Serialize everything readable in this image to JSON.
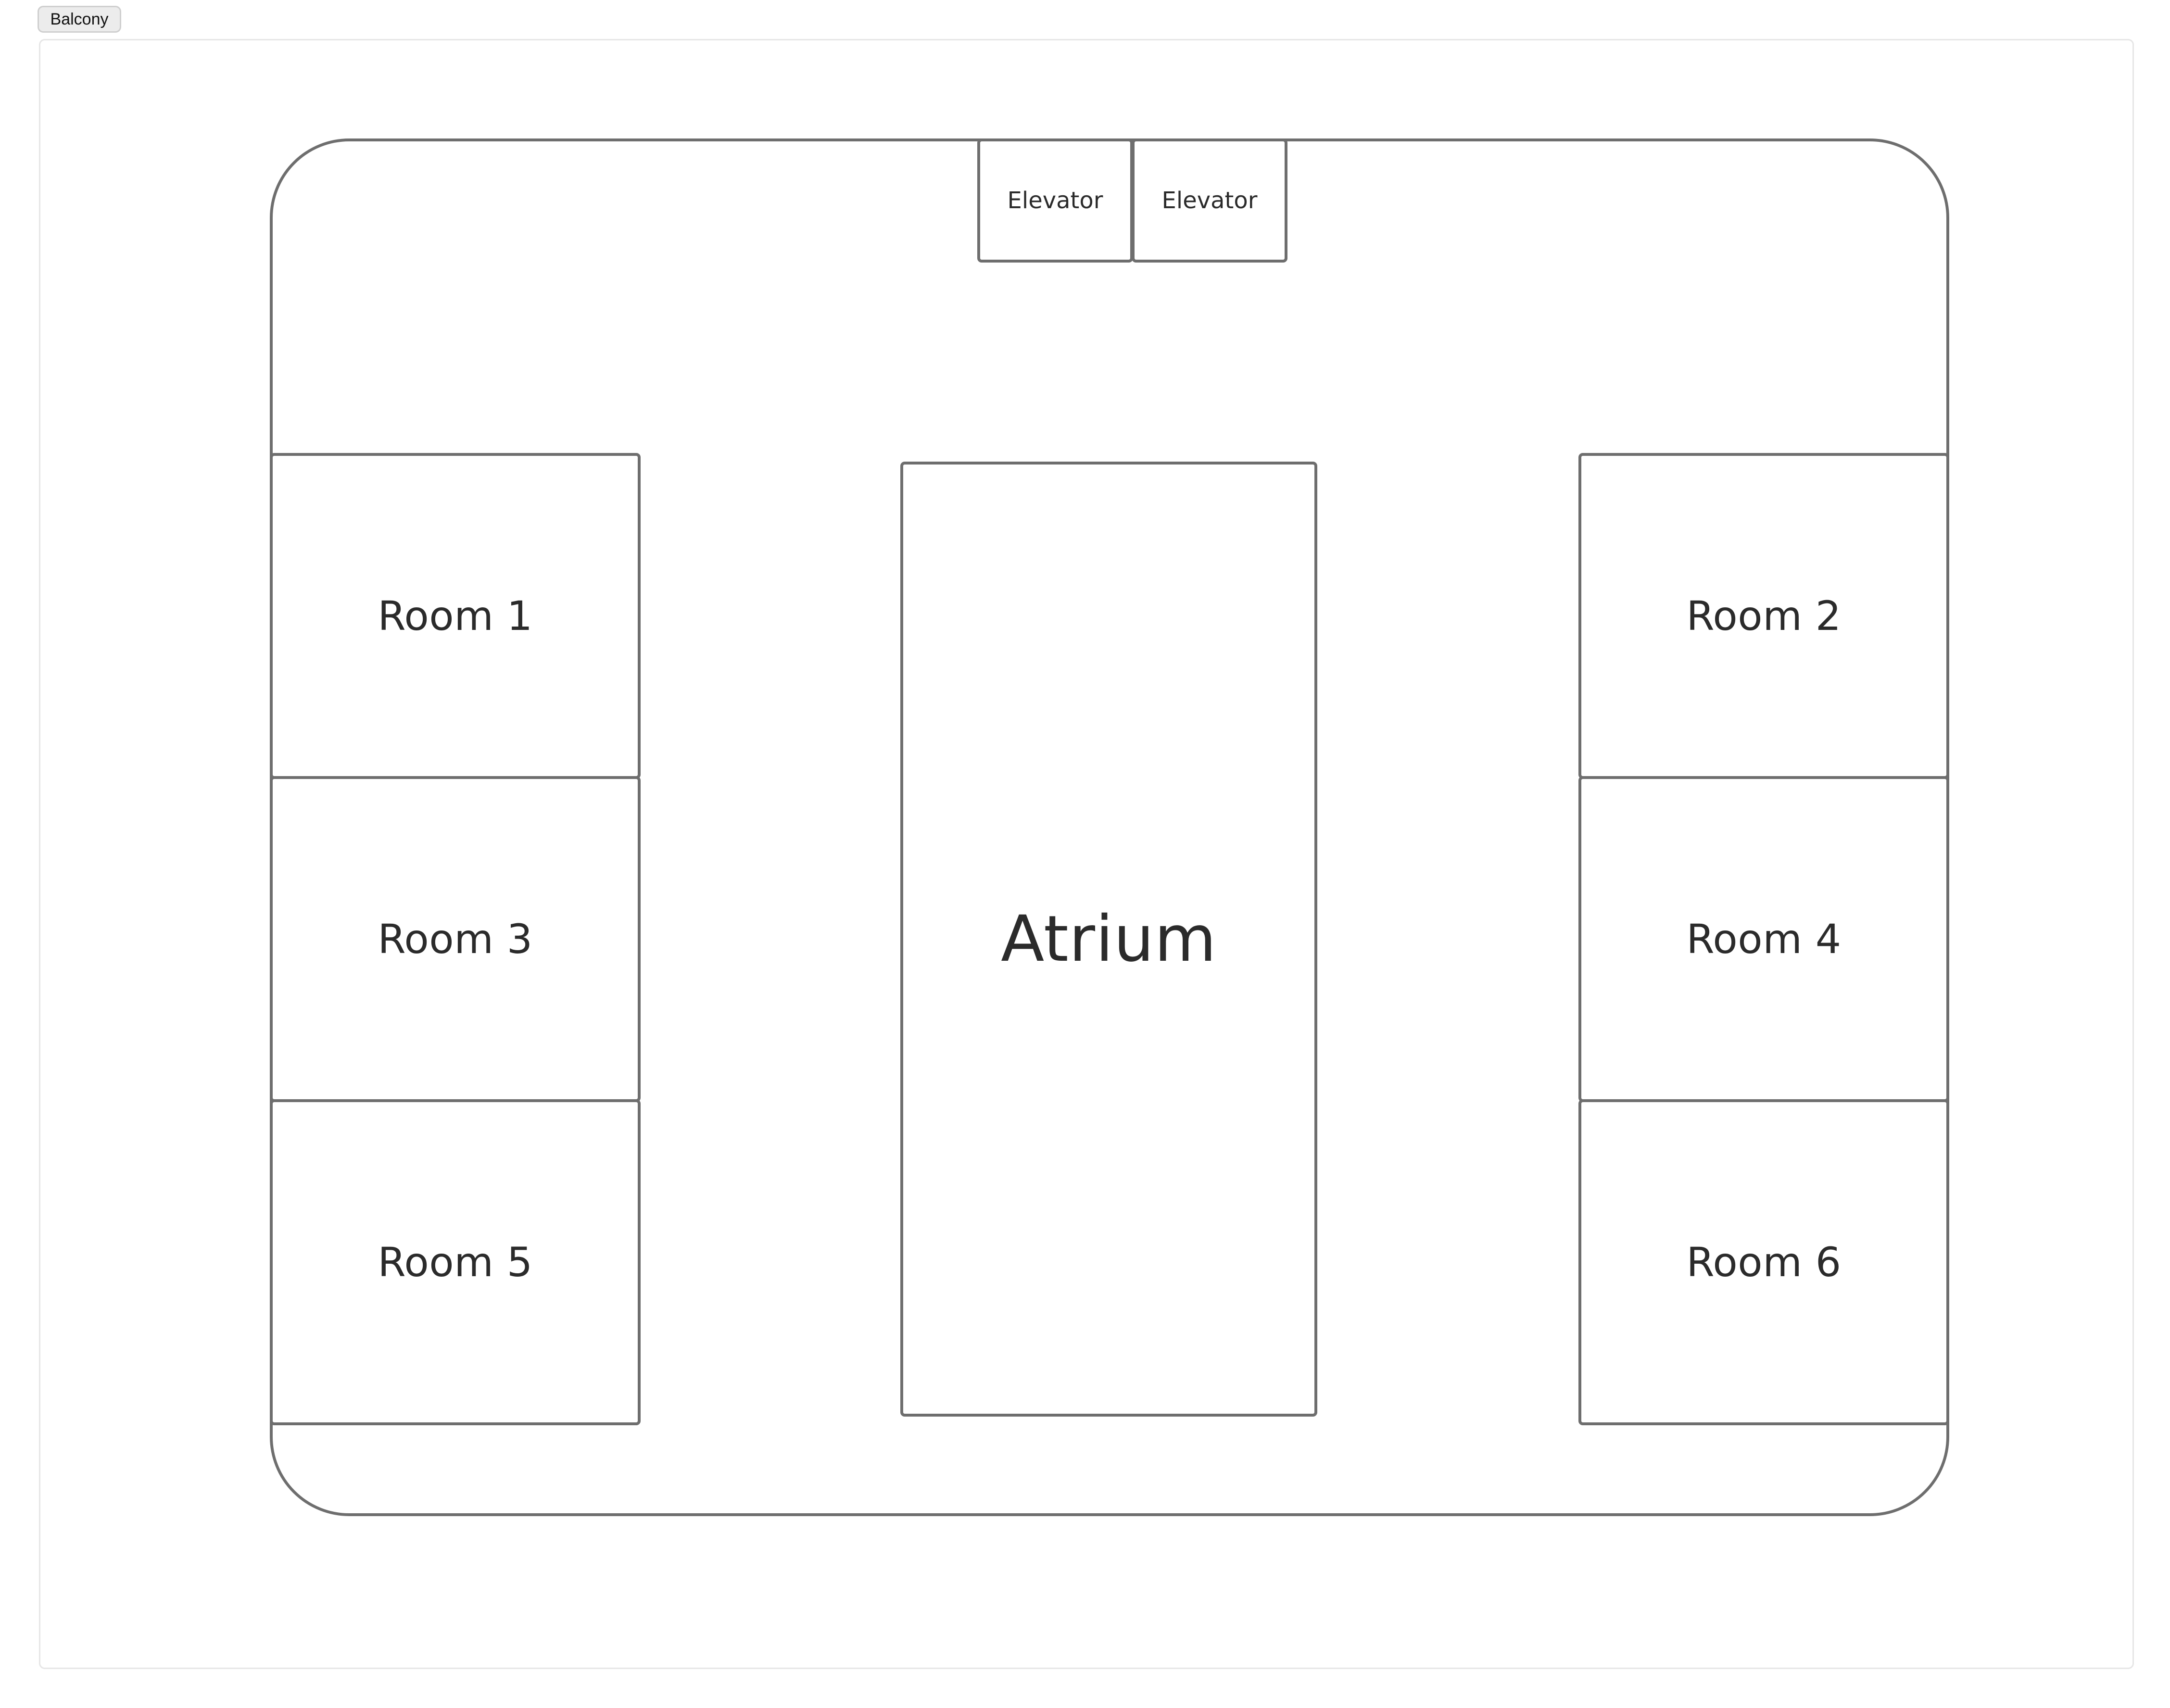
{
  "toolbar": {
    "balcony_label": "Balcony"
  },
  "floorplan": {
    "elevators": [
      {
        "label": "Elevator"
      },
      {
        "label": "Elevator"
      }
    ],
    "atrium": {
      "label": "Atrium"
    },
    "rooms": [
      {
        "label": "Room 1"
      },
      {
        "label": "Room 2"
      },
      {
        "label": "Room 3"
      },
      {
        "label": "Room 4"
      },
      {
        "label": "Room 5"
      },
      {
        "label": "Room 6"
      }
    ]
  },
  "colors": {
    "outline": "#6e6e6e",
    "text": "#2b2b2b",
    "panel_border": "#e6e6e6",
    "button_bg": "#ececec"
  }
}
